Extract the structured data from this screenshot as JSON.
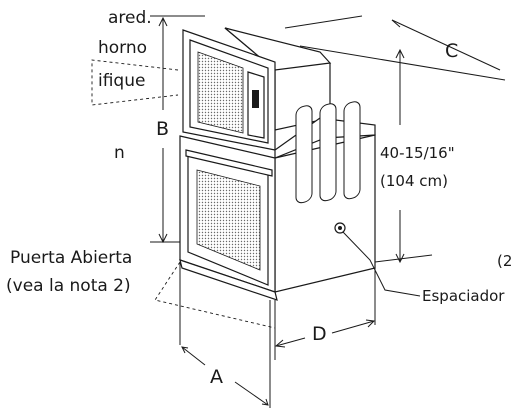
{
  "diagram": {
    "left_text_fragments": [
      "ared.",
      "horno",
      "ifique",
      "n"
    ],
    "dimension_labels": {
      "a": "A",
      "b": "B",
      "c": "C",
      "d": "D"
    },
    "height_dimension": {
      "imperial": "40-15/16\"",
      "metric": "(104 cm)"
    },
    "callouts": {
      "door_open_line1": "Puerta Abierta",
      "door_open_line2": "(vea la nota 2)",
      "spacer": "Espaciador",
      "right_fragment": "(2"
    },
    "colors": {
      "line": "#1a1a1a",
      "fill": "#ffffff",
      "panel_gray": "#d8d8d8"
    }
  }
}
